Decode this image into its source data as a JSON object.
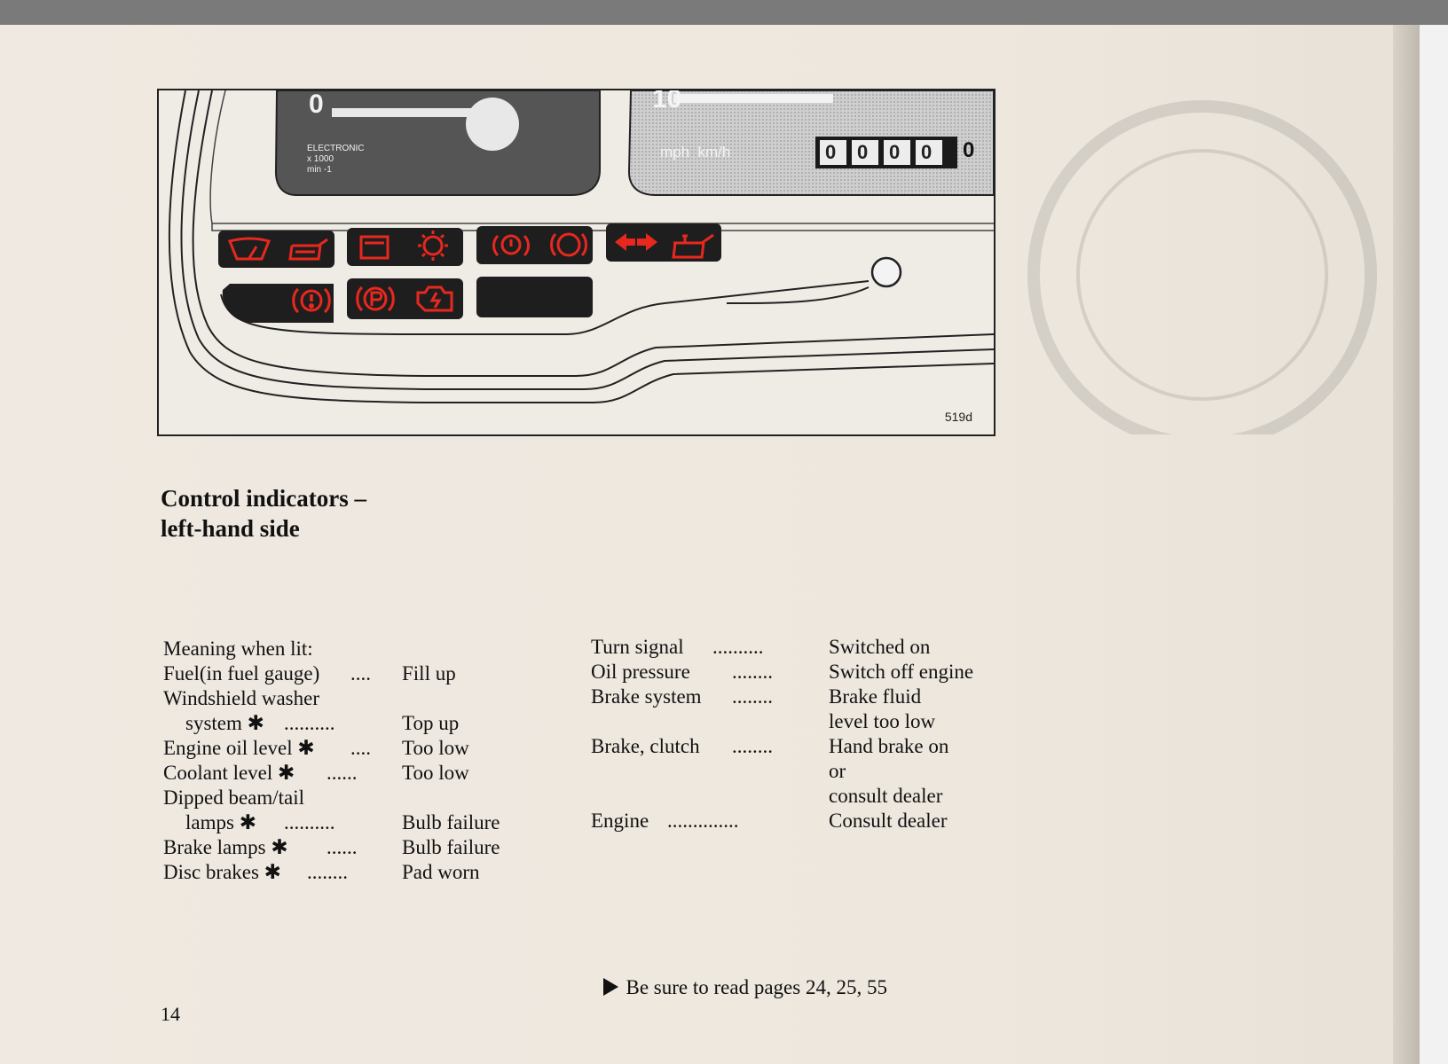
{
  "figure": {
    "code": "519d",
    "tacho": {
      "zero": "0",
      "brand": "ELECTRONIC",
      "scale": "x 1000",
      "unit": "min -1"
    },
    "speedo": {
      "scale_num": "10",
      "units": "mph  km/h",
      "odometer_digits": [
        "0",
        "0",
        "0",
        "0"
      ],
      "odometer_last": "0"
    },
    "lamp_color": "#e8281e",
    "panel_color": "#1e1e1e",
    "indicator_icons": [
      "windshield-washer-icon",
      "engine-oil-level-icon",
      "coolant-level-icon",
      "dipped-beam-icon",
      "disc-brake-icon",
      "brake-lamp-icon",
      "turn-signal-icon",
      "oil-pressure-icon",
      "brake-system-icon",
      "parking-brake-icon",
      "engine-check-icon"
    ]
  },
  "heading": {
    "line1": "Control indicators –",
    "line2": "left-hand side"
  },
  "left_list": {
    "intro": "Meaning when lit:",
    "rows": [
      {
        "label": "Fuel(in fuel gauge)",
        "dots": "....",
        "value": "Fill up"
      },
      {
        "label": "Windshield washer",
        "dots": "",
        "value": ""
      },
      {
        "label": "system ✱",
        "dots": "..........",
        "value": "Top up",
        "indent": true
      },
      {
        "label": "Engine oil level ✱",
        "dots": "....",
        "value": "Too low"
      },
      {
        "label": "Coolant level ✱",
        "dots": "......",
        "value": "Too low"
      },
      {
        "label": "Dipped beam/tail",
        "dots": "",
        "value": ""
      },
      {
        "label": "lamps ✱",
        "dots": "..........",
        "value": "Bulb failure",
        "indent": true
      },
      {
        "label": "Brake lamps ✱",
        "dots": "......",
        "value": "Bulb failure"
      },
      {
        "label": "Disc brakes ✱",
        "dots": "........",
        "value": "Pad worn"
      }
    ]
  },
  "right_list": {
    "rows": [
      {
        "label": "Turn signal",
        "dots": "..........",
        "value": "Switched on"
      },
      {
        "label": "Oil pressure",
        "dots": "........",
        "value": "Switch off engine"
      },
      {
        "label": "Brake system",
        "dots": "........",
        "value": "Brake fluid"
      },
      {
        "label": "",
        "dots": "",
        "value": "level too low"
      },
      {
        "label": "Brake, clutch",
        "dots": "........",
        "value": "Hand brake on"
      },
      {
        "label": "",
        "dots": "",
        "value": "or"
      },
      {
        "label": "",
        "dots": "",
        "value": "consult dealer"
      },
      {
        "label": "Engine",
        "dots": "..............",
        "value": "Consult dealer"
      }
    ]
  },
  "footer": {
    "note": "Be sure to read pages 24, 25, 55",
    "page_number": "14"
  }
}
